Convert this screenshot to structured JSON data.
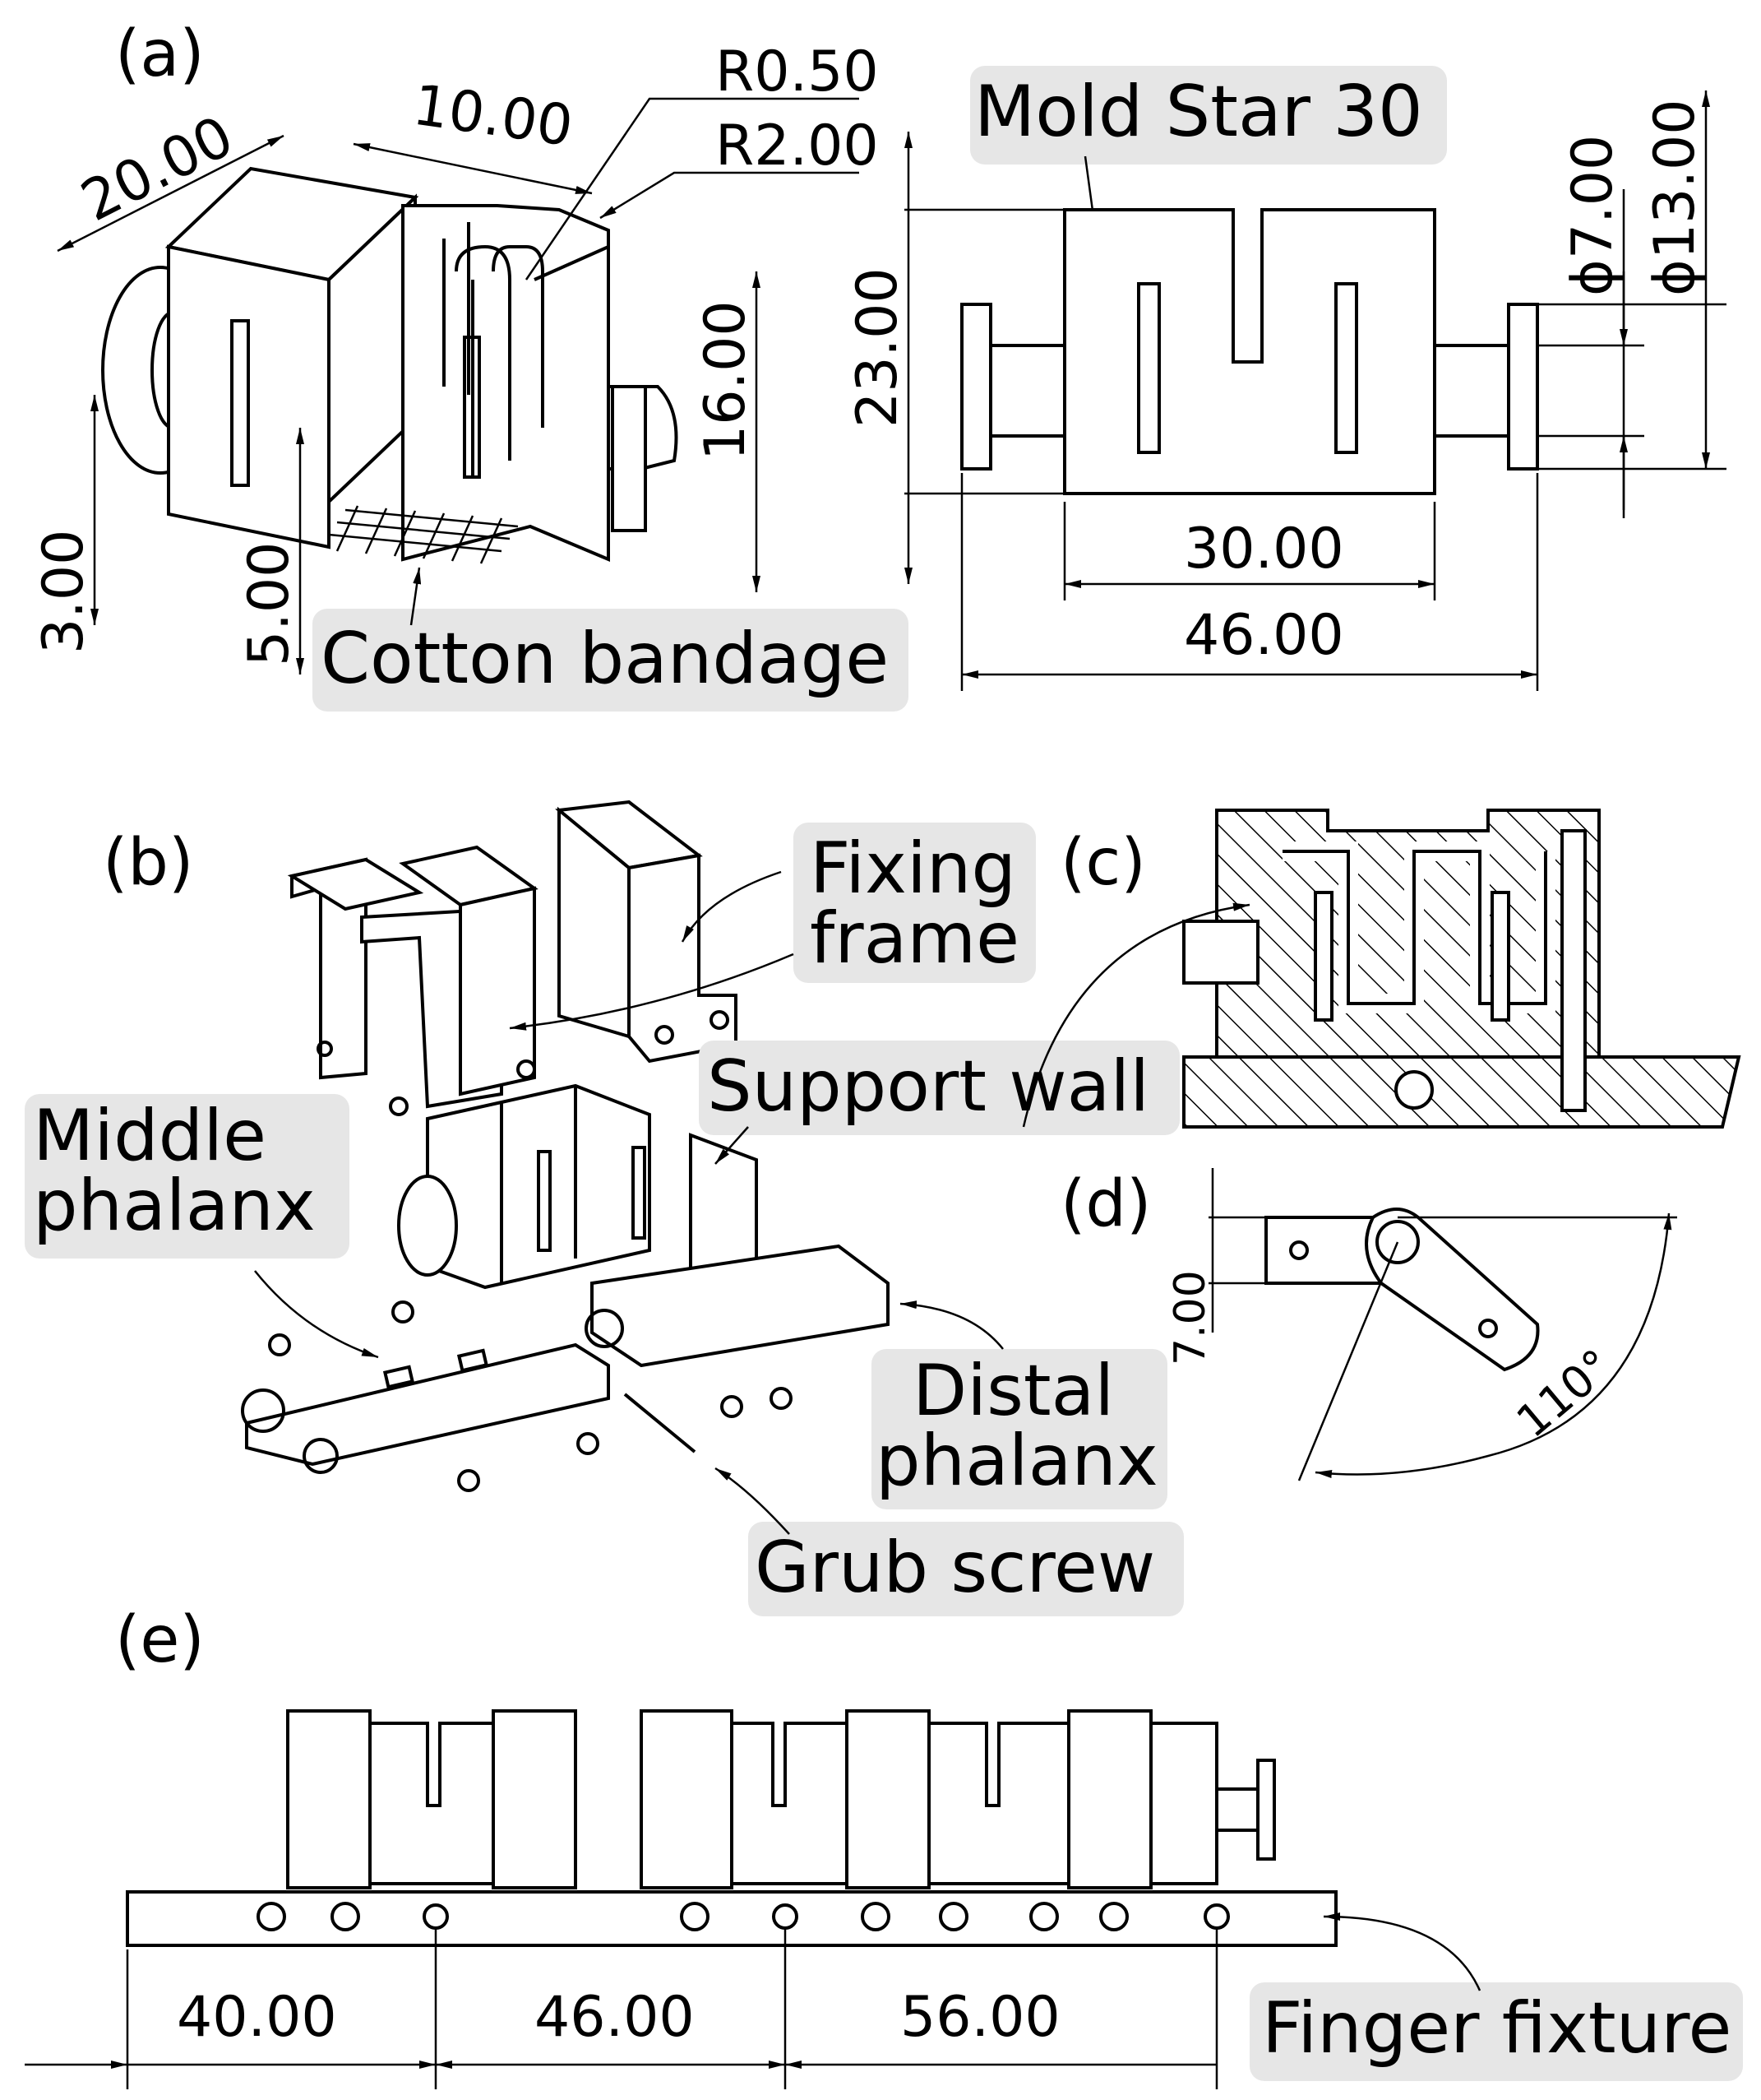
{
  "panels": {
    "a": "(a)",
    "b": "(b)",
    "c": "(c)",
    "d": "(d)",
    "e": "(e)"
  },
  "dimensions_a_iso": {
    "d20": "20.00",
    "d10": "10.00",
    "r050": "R0.50",
    "r200": "R2.00",
    "d16": "16.00",
    "d3": "3.00",
    "d5": "5.00"
  },
  "dimensions_a_front": {
    "d23": "23.00",
    "d30": "30.00",
    "d46": "46.00",
    "phi7": "ϕ7.00",
    "phi13": "ϕ13.00"
  },
  "dimensions_d": {
    "d7": "7.00",
    "angle": "110°"
  },
  "dimensions_e": {
    "d40": "40.00",
    "d46": "46.00",
    "d56": "56.00"
  },
  "callouts": {
    "mold_star": "Mold Star 30",
    "cotton": "Cotton bandage",
    "fixing_1": "Fixing",
    "fixing_2": "frame",
    "support_wall": "Support wall",
    "middle_1": "Middle",
    "middle_2": "phalanx",
    "distal_1": "Distal",
    "distal_2": "phalanx",
    "grub": "Grub screw",
    "finger_fixture": "Finger fixture"
  }
}
